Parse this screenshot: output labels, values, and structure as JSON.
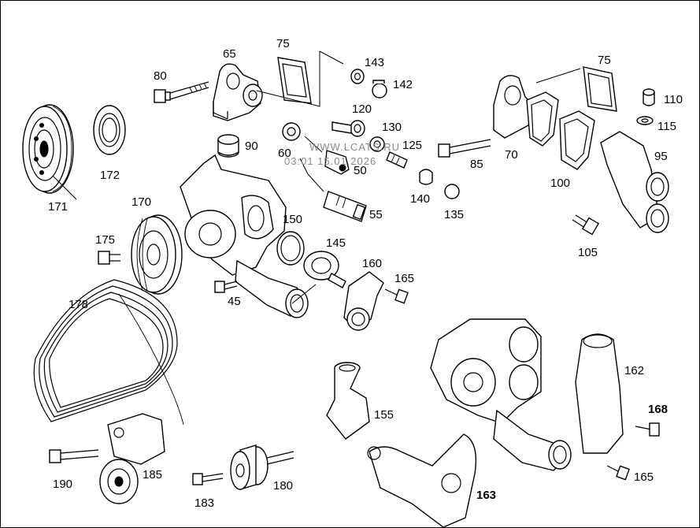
{
  "diagram": {
    "watermark": {
      "line1": "WWW.LCATS.RU",
      "line2": "03:01 15.01.2026"
    },
    "labels": [
      {
        "id": "171",
        "text": "171"
      },
      {
        "id": "172",
        "text": "172"
      },
      {
        "id": "80",
        "text": "80"
      },
      {
        "id": "65",
        "text": "65"
      },
      {
        "id": "75a",
        "text": "75"
      },
      {
        "id": "143",
        "text": "143"
      },
      {
        "id": "142",
        "text": "142"
      },
      {
        "id": "120",
        "text": "120"
      },
      {
        "id": "130",
        "text": "130"
      },
      {
        "id": "125",
        "text": "125"
      },
      {
        "id": "90",
        "text": "90"
      },
      {
        "id": "60",
        "text": "60"
      },
      {
        "id": "50",
        "text": "50"
      },
      {
        "id": "55",
        "text": "55"
      },
      {
        "id": "140",
        "text": "140"
      },
      {
        "id": "135",
        "text": "135"
      },
      {
        "id": "85",
        "text": "85"
      },
      {
        "id": "75b",
        "text": "75"
      },
      {
        "id": "110",
        "text": "110"
      },
      {
        "id": "115",
        "text": "115"
      },
      {
        "id": "70",
        "text": "70"
      },
      {
        "id": "100",
        "text": "100"
      },
      {
        "id": "95",
        "text": "95"
      },
      {
        "id": "105",
        "text": "105"
      },
      {
        "id": "170",
        "text": "170"
      },
      {
        "id": "175",
        "text": "175"
      },
      {
        "id": "150",
        "text": "150"
      },
      {
        "id": "145",
        "text": "145"
      },
      {
        "id": "160",
        "text": "160"
      },
      {
        "id": "165a",
        "text": "165"
      },
      {
        "id": "45",
        "text": "45"
      },
      {
        "id": "178",
        "text": "178"
      },
      {
        "id": "162",
        "text": "162"
      },
      {
        "id": "168",
        "text": "168"
      },
      {
        "id": "165b",
        "text": "165"
      },
      {
        "id": "155",
        "text": "155"
      },
      {
        "id": "163",
        "text": "163"
      },
      {
        "id": "185",
        "text": "185"
      },
      {
        "id": "190",
        "text": "190"
      },
      {
        "id": "183",
        "text": "183"
      },
      {
        "id": "180",
        "text": "180"
      }
    ]
  }
}
